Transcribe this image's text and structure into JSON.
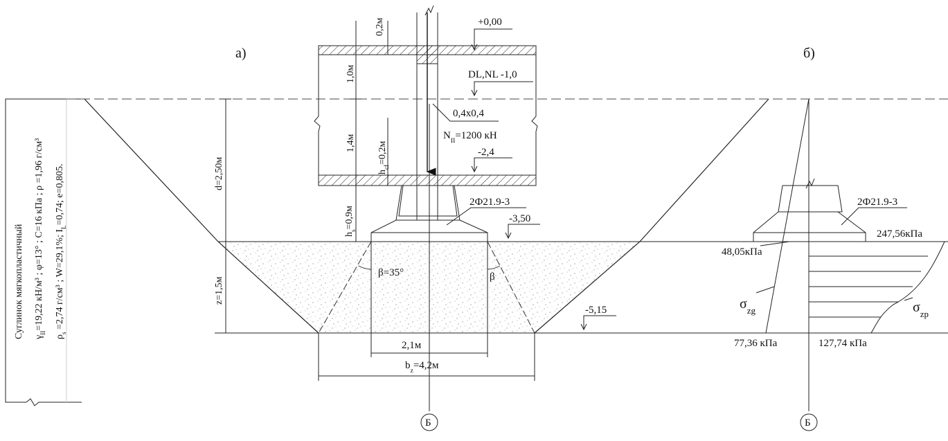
{
  "views": {
    "a": "а)",
    "b": "б)"
  },
  "axis_label": "Б",
  "levels": {
    "zero": "+0,00",
    "dl_nl": "DL,NL -1,0",
    "floor": "-2,4",
    "footing_base": "-3,50",
    "cushion_base": "-5,15"
  },
  "dims": {
    "slab_top": "0,2м",
    "h1": "1,0м",
    "h2": "1,4м",
    "d": "d=2,50м",
    "hs": "h<sub>s</sub>=0,9м",
    "hcf": "h<sub>cf</sub>=0,2м",
    "z": "z=1,5м",
    "width_2_1": "2,1м",
    "bz": "b<sub>z</sub>=4,2м"
  },
  "column": "0,4x0,4",
  "load": "N<sub>II</sub>=1200 кН",
  "footing_label": "2Ф21.9-3",
  "angle_beta_value": "β=35°",
  "angle_beta": "β",
  "stresses": {
    "top_left": "48,05кПа",
    "top_right": "247,56кПа",
    "bottom_left": "77,36 кПа",
    "bottom_right": "127,74 кПа",
    "sigma_zg": "σ<sub>zg</sub>",
    "sigma_zp": "σ<sub>zp</sub>"
  },
  "soil": {
    "name": "Суглинок мягкопластичный",
    "line1": "γ<sub>II</sub>=19,22 кН/м³ ; φ=13° ; С=16 кПа ; ρ =1,96 г/см³",
    "line2": "ρ<sub>s</sub> =2,74 г/см³ ; W=29,1%; I<sub>L</sub>=0,74; e=0,805."
  }
}
